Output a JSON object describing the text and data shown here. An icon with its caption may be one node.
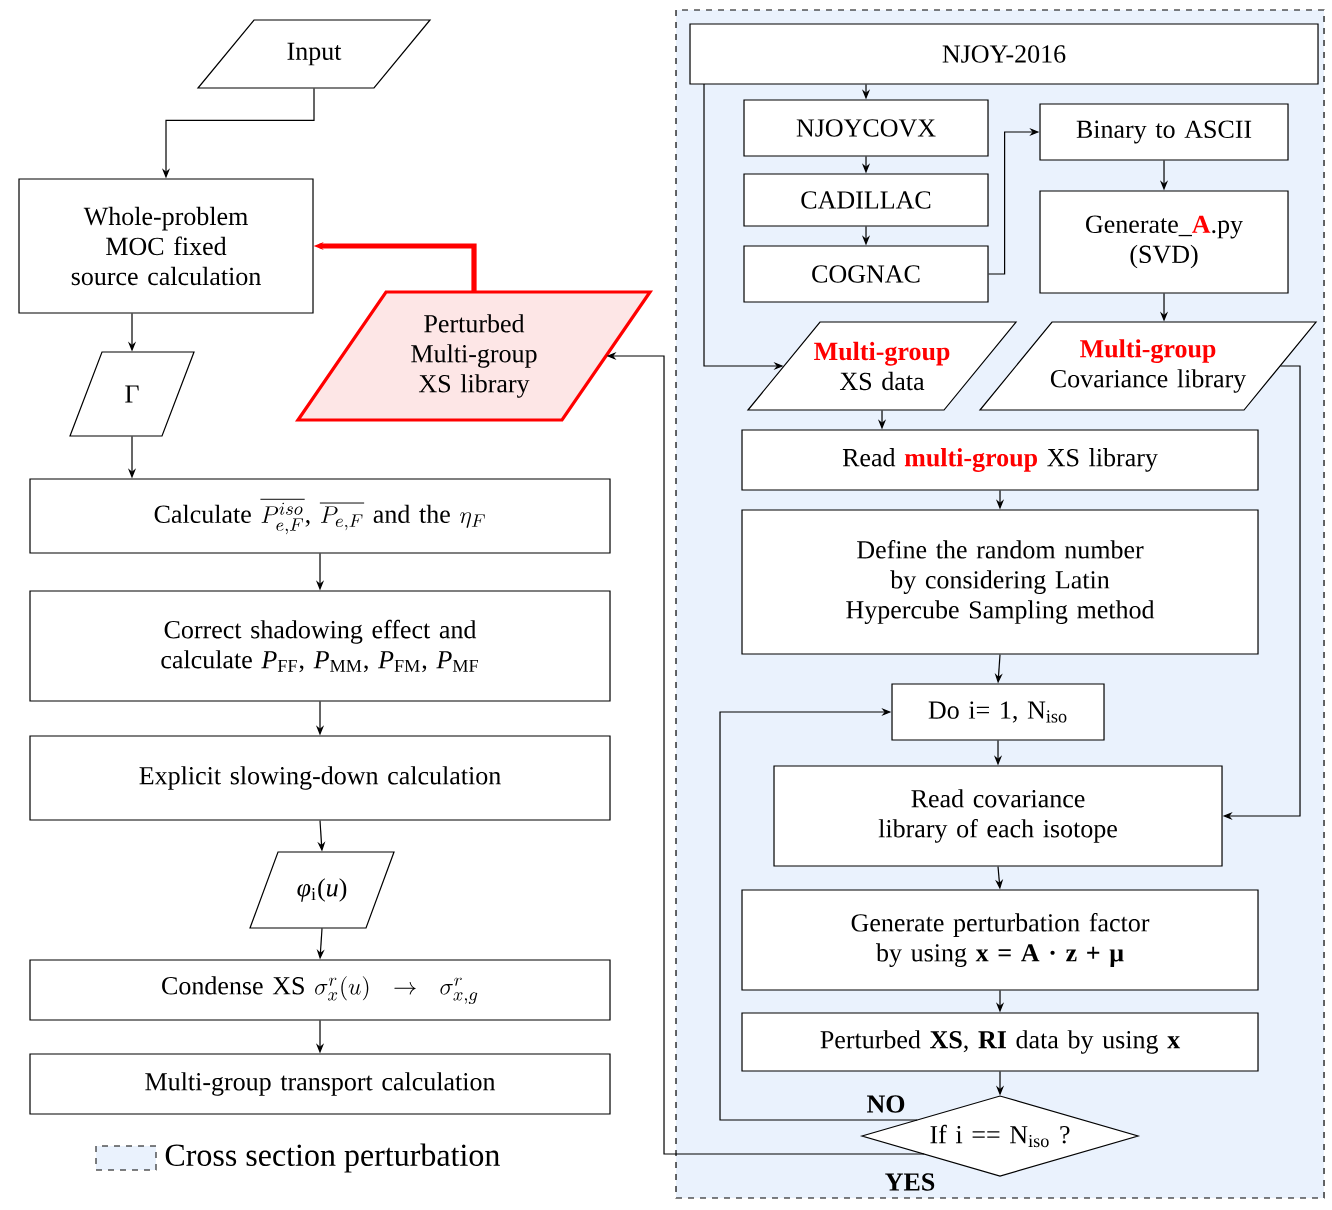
{
  "diagram": {
    "nodes": [
      {
        "text": [
          "Input"
        ]
      },
      {
        "text": [
          "Whole-problem MOC fixed source calculation"
        ]
      },
      {
        "text": [
          "Γ"
        ]
      },
      {
        "text": [
          "Perturbed Multi-group XS library"
        ]
      },
      {
        "text": [
          "\\text{Calculate }\\overline{P_{e,F}^{iso}}\\text{, }\\overline{P_{e,F}}\\text{ and the }\\eta_F"
        ]
      },
      {
        "text": [
          "Correct shadowing effect and calculate *P*$_{FF}$, *P*$_{MM}$, *P*$_{FM}$, *P*$_{MF}$"
        ]
      },
      {
        "text": [
          "Explicit slowing-down calculation"
        ]
      },
      {
        "text": [
          "*φ*$_{i}$(*u*)"
        ]
      },
      {
        "text": [
          "\\text{Condense XS }\\sigma_x^r(u)\\rightarrow\\sigma_{x,g}^r"
        ]
      },
      {
        "text": [
          "Multi-group transport calculation"
        ]
      },
      {
        "text": [],
        "shape": "box"
      },
      {
        "text": [
          "NJOY-2016"
        ],
        "in": 10
      },
      {
        "text": [
          "NJOYCOVX"
        ],
        "in": 10
      },
      {
        "text": [
          "CADILLAC"
        ],
        "in": 10
      },
      {
        "text": [
          "COGNAC"
        ],
        "in": 10
      },
      {
        "text": [
          "Binary to ASCII"
        ],
        "in": 10
      },
      {
        "text": [
          "Generate_**A**.py (SVD)"
        ],
        "in": 10
      },
      {
        "text": [
          "**Multi-group** XS data"
        ],
        "in": 10
      },
      {
        "text": [
          "**Multi-group** Covariance library"
        ],
        "in": 10
      },
      {
        "text": [
          "Read **multi-group** XS library"
        ],
        "in": 10
      },
      {
        "text": [
          "Define the random number by considering Latin Hypercube Sampling method"
        ],
        "in": 10
      },
      {
        "text": [
          "Do i= 1, N$_{iso}$"
        ],
        "in": 10
      },
      {
        "text": [
          "Read covariance library of each isotope"
        ],
        "in": 10
      },
      {
        "text": [
          "Generate perturbation factor by using **x = A · z + μ**"
        ],
        "in": 10
      },
      {
        "text": [
          "Perturbed **XS**, **RI** data by using **x**"
        ],
        "in": 10
      },
      {
        "text": [
          "If i == N$_{iso}$ ?"
        ],
        "in": 10
      }
    ],
    "edges": [
      {
        "from": 0,
        "to": 1,
        "arrow": "to"
      },
      {
        "from": 3,
        "to": 1,
        "arrow": "to",
        "style": "thick",
        "color": "#ff0000"
      },
      {
        "from": 1,
        "to": 2,
        "arrow": "to"
      },
      {
        "from": 2,
        "to": 4,
        "arrow": "to"
      },
      {
        "from": 4,
        "to": 5,
        "arrow": "to"
      },
      {
        "from": 5,
        "to": 6,
        "arrow": "to"
      },
      {
        "from": 6,
        "to": 7,
        "arrow": "to"
      },
      {
        "from": 7,
        "to": 8,
        "arrow": "to"
      },
      {
        "from": 8,
        "to": 9,
        "arrow": "to"
      },
      {
        "from": 11,
        "to": 12,
        "arrow": "to"
      },
      {
        "from": 12,
        "to": 13,
        "arrow": "to"
      },
      {
        "from": 13,
        "to": 14,
        "arrow": "to"
      },
      {
        "from": 14,
        "to": 15,
        "arrow": "to"
      },
      {
        "from": 15,
        "to": 16,
        "arrow": "to"
      },
      {
        "from": 11,
        "to": 17,
        "arrow": "to"
      },
      {
        "from": 16,
        "to": 18,
        "arrow": "to"
      },
      {
        "from": 17,
        "to": 19,
        "arrow": "to"
      },
      {
        "from": 19,
        "to": 20,
        "arrow": "to"
      },
      {
        "from": 20,
        "to": 21,
        "arrow": "to"
      },
      {
        "from": 21,
        "to": 22,
        "arrow": "to"
      },
      {
        "from": 18,
        "to": 22,
        "arrow": "to"
      },
      {
        "from": 22,
        "to": 23,
        "arrow": "to"
      },
      {
        "from": 23,
        "to": 24,
        "arrow": "to"
      },
      {
        "from": 24,
        "to": 25,
        "arrow": "to"
      },
      {
        "from": 25,
        "to": 21,
        "arrow": "to",
        "label": "NO"
      },
      {
        "from": 25,
        "to": 3,
        "arrow": "to",
        "label": "YES"
      }
    ],
    "legend": [
      {
        "text": "Cross section perturbation",
        "color": "#eaf2fd"
      }
    ]
  }
}
